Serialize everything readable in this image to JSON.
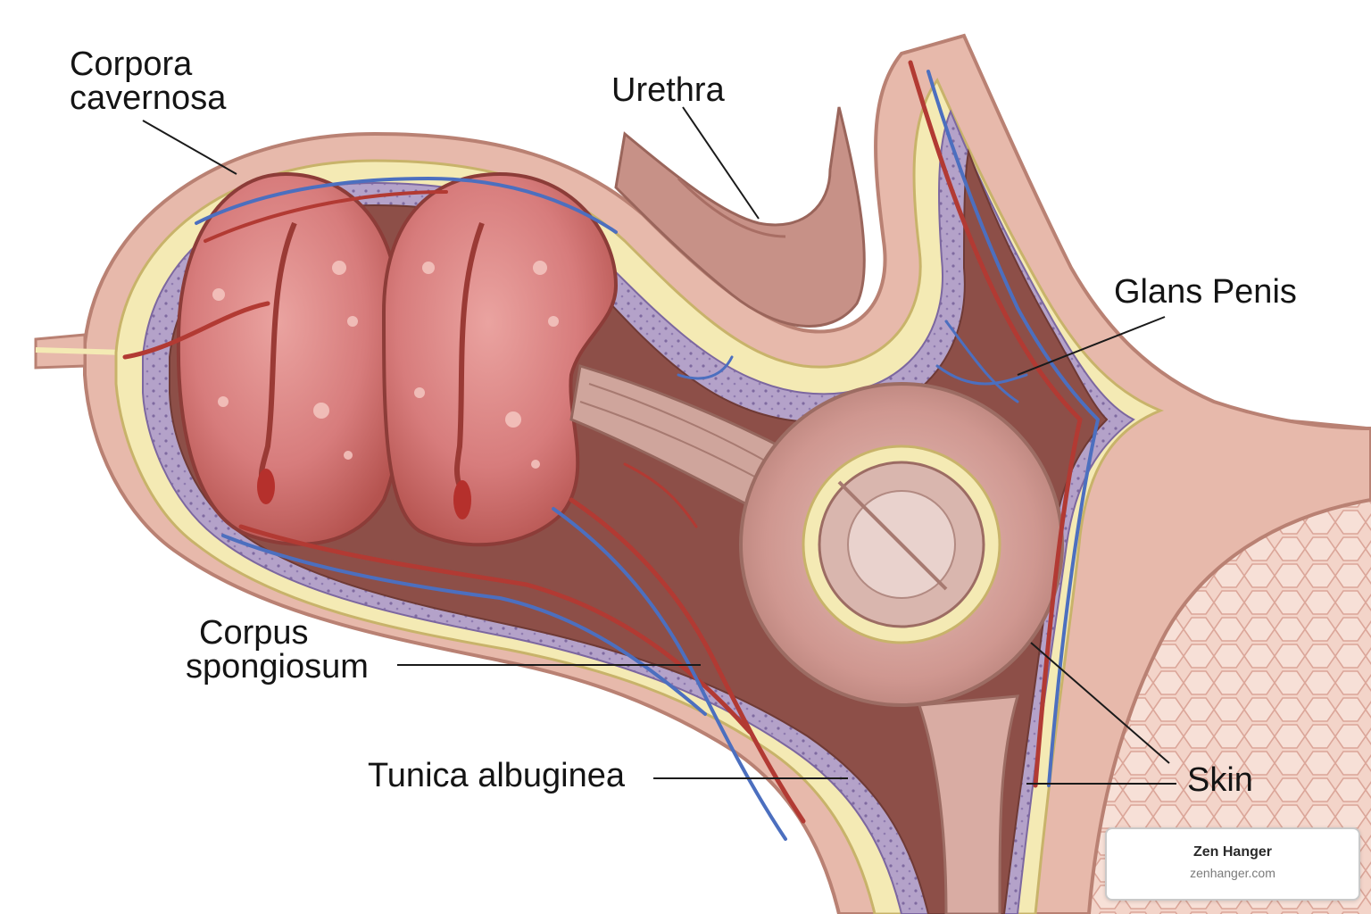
{
  "labels": {
    "corpora_cavernosa": {
      "line1": "Corpora",
      "line2": "cavernosa"
    },
    "urethra": "Urethra",
    "glans_penis": "Glans Penis",
    "corpus_spongiosum": {
      "line1": "Corpus",
      "line2": "spongiosum"
    },
    "tunica_albuginea": "Tunica albuginea",
    "skin": "Skin"
  },
  "watermark": {
    "brand": "Zen Hanger",
    "url": "zenhanger.com"
  },
  "colors": {
    "skin": "#e7b9ab",
    "skin_edge": "#b98173",
    "tunica": "#f4eab4",
    "spongy_layer": "#b4a2c9",
    "cavernous_tissue": "#d77c7c",
    "artery": "#b23a33",
    "vein": "#4c6fbf",
    "line": "#1a1a1a"
  }
}
